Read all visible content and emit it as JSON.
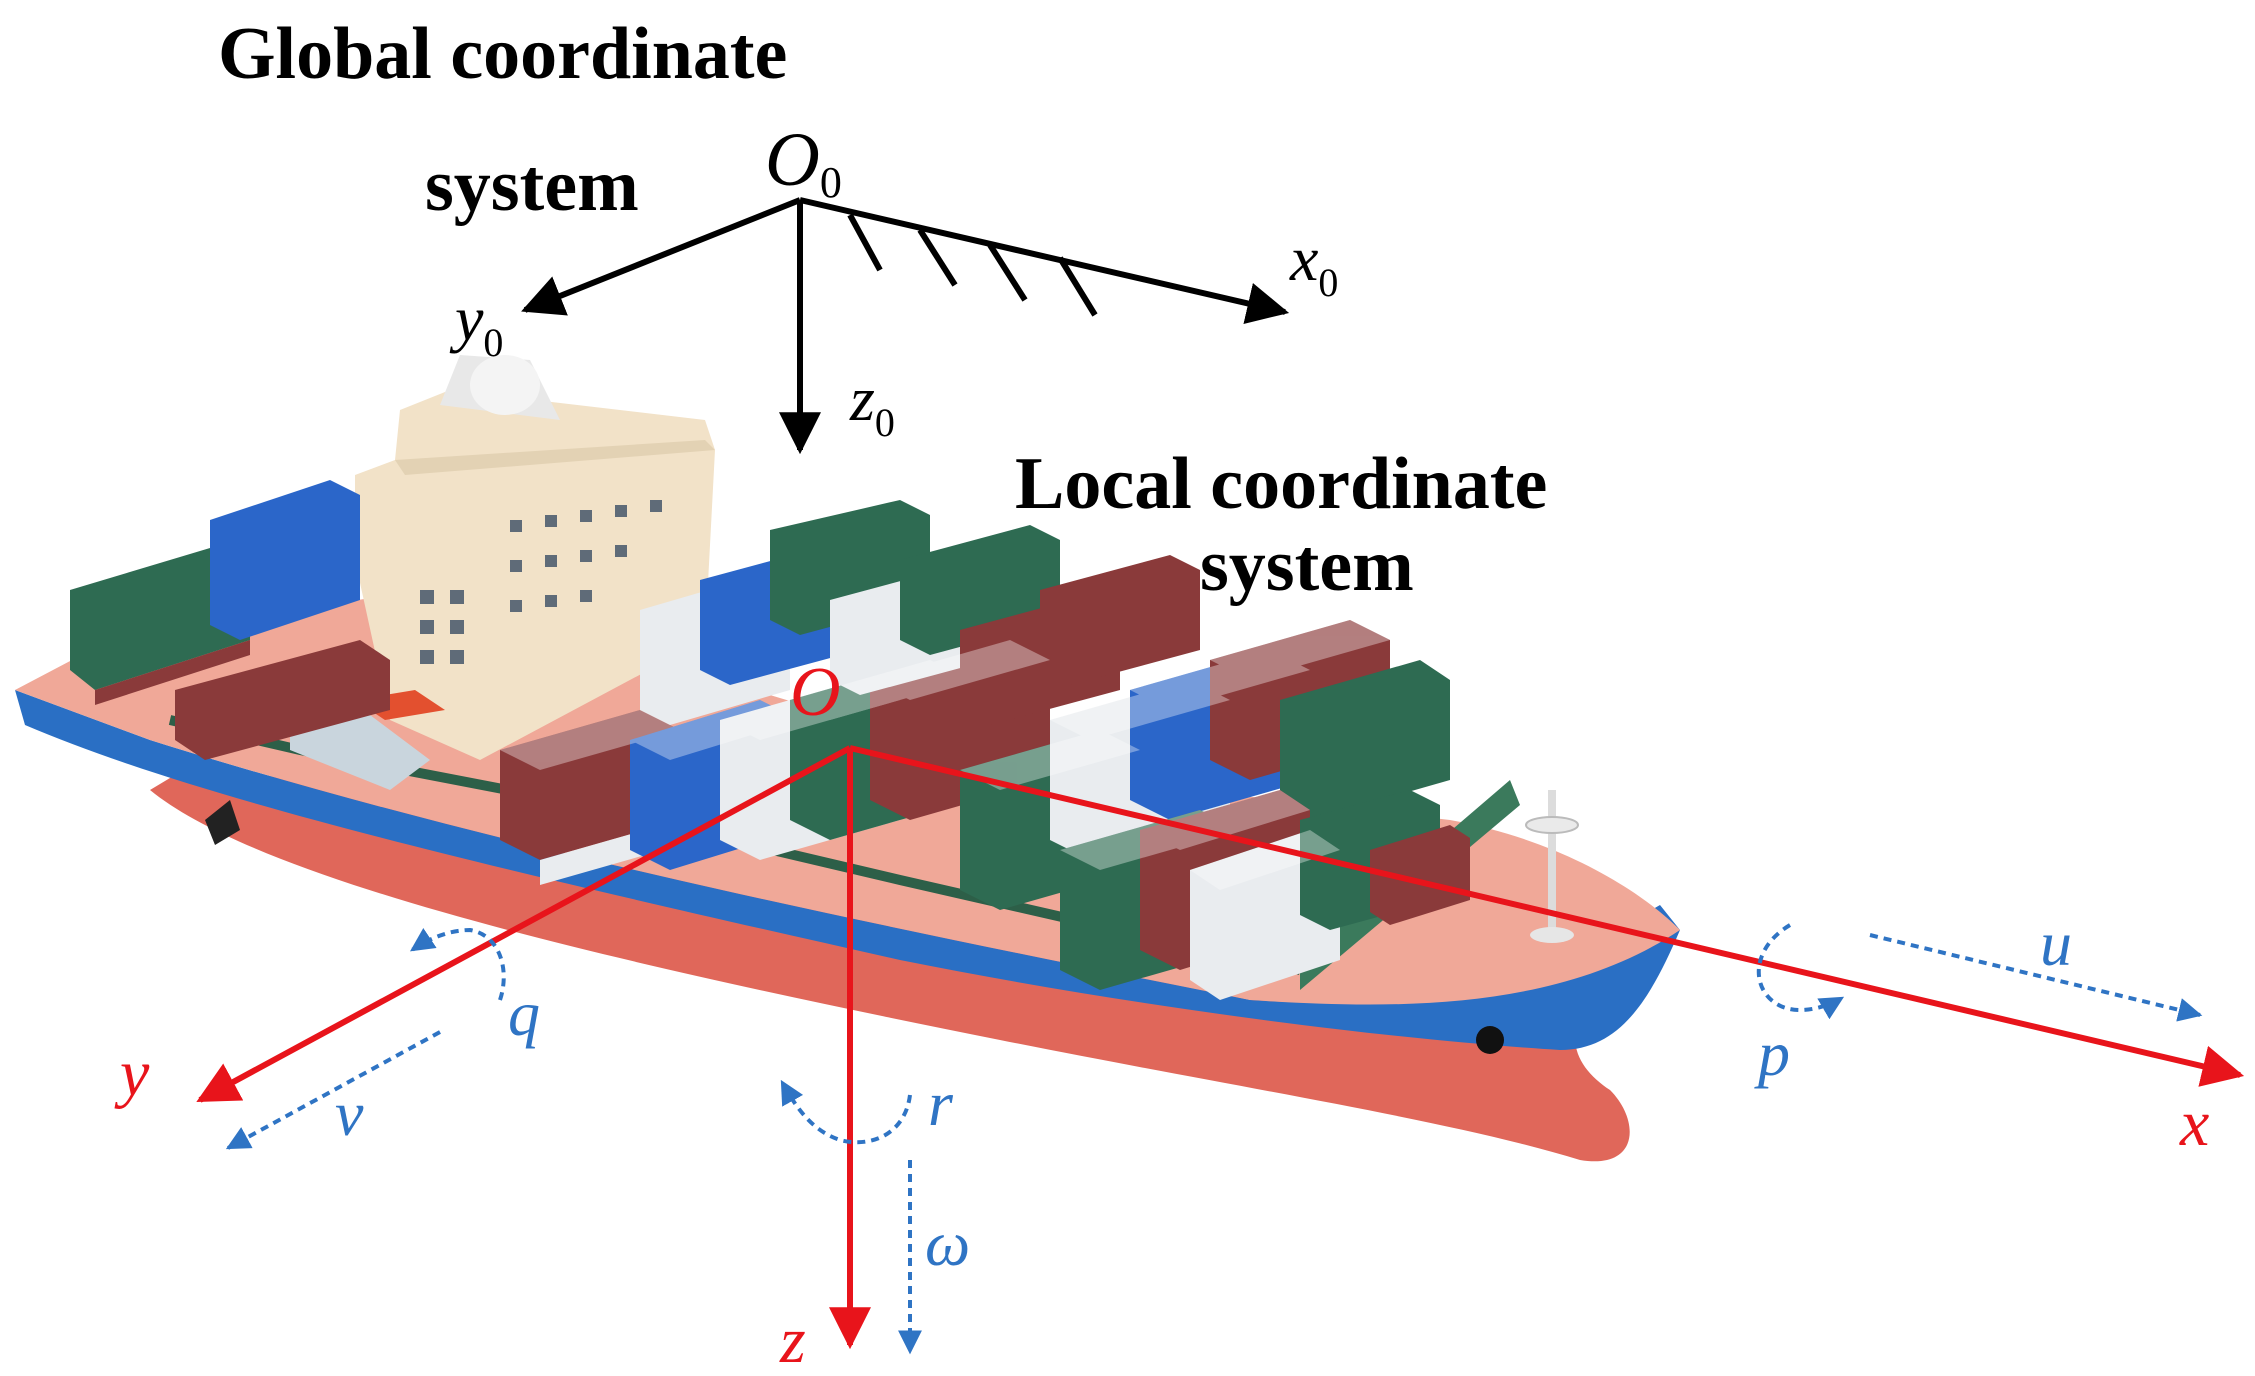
{
  "global_title": {
    "line1": "Global coordinate",
    "line2": "system"
  },
  "local_title": {
    "line1": "Local coordinate",
    "line2": "system"
  },
  "global_axes": {
    "origin": "O",
    "x": "x",
    "y": "y",
    "z": "z",
    "subscript": "0"
  },
  "local_axes": {
    "origin": "O",
    "x": "x",
    "y": "y",
    "z": "z"
  },
  "motion_labels": {
    "surge": "u",
    "sway": "v",
    "heave": "ω",
    "roll": "p",
    "pitch": "q",
    "yaw": "r"
  },
  "colors": {
    "global_axes": "#000000",
    "local_axes": "#e8141b",
    "motion": "#2f74c4",
    "hull_bottom": "#e0675a",
    "hull_band": "#2a6fc4",
    "deck": "#f0a898",
    "superstructure": "#f2e2c8",
    "container_green": "#2e6b52",
    "container_blue": "#2b66c9",
    "container_red": "#8a3a3a",
    "container_white": "#e9ecef"
  },
  "icons": {
    "ship": "container-ship-icon",
    "ground_hatch": "fixed-ground-hatching-icon"
  }
}
